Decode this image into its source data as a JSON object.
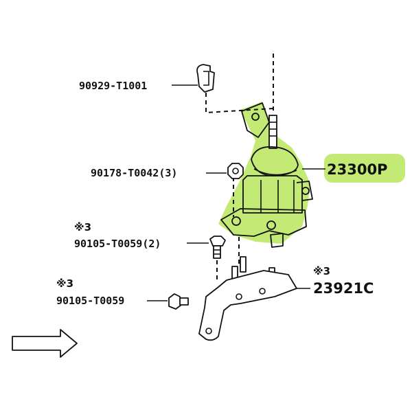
{
  "labels": {
    "clip": "90929-T1001",
    "nut": "90178-T0042(3)",
    "bolt_note": "※3",
    "bolt": "90105-T0059(2)",
    "bolt2_note": "※3",
    "bolt2": "90105-T0059",
    "mount": "23300P",
    "bracket_note": "※3",
    "bracket": "23921C"
  },
  "colors": {
    "highlight": "#b8e65c",
    "line": "#111111",
    "background": "#ffffff"
  },
  "icons": {
    "front_arrow": "right-arrow-outline-icon"
  }
}
